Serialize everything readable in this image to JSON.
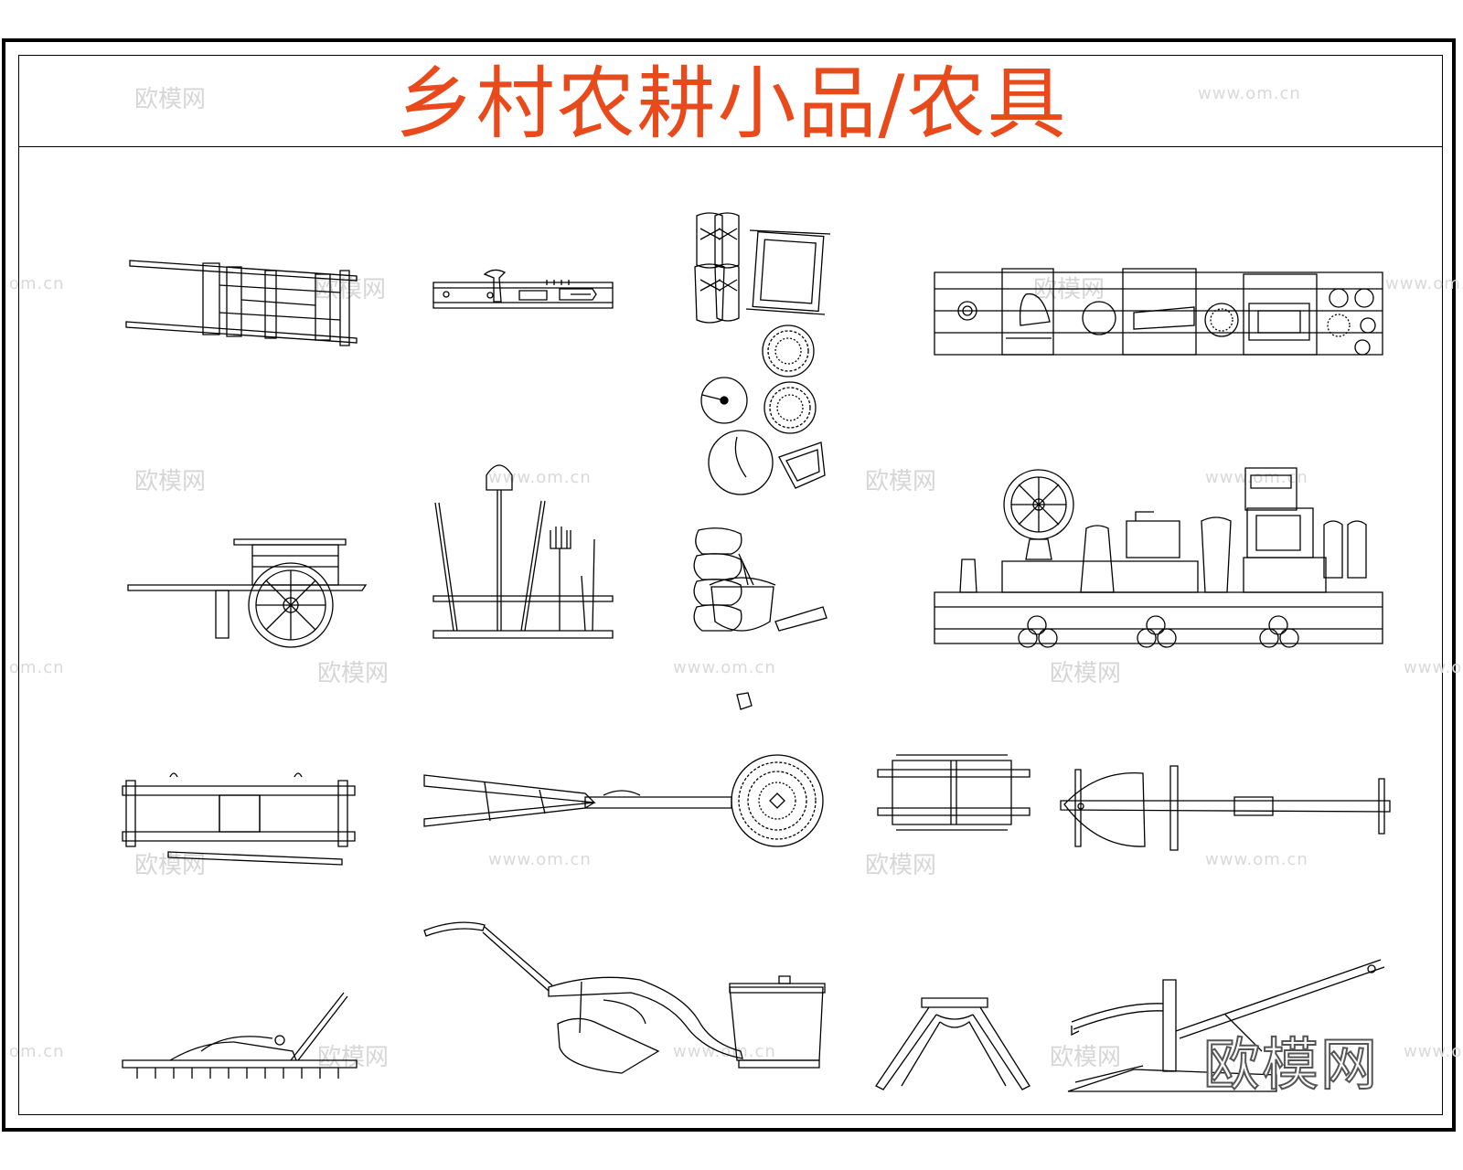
{
  "title": "乡村农耕小品/农具",
  "colors": {
    "title": "#e84a1c",
    "line": "#000000",
    "watermark": "#d6d6d6"
  },
  "watermark": {
    "brand": "欧模网",
    "url": "www.om.cn",
    "url_short": "om.cn"
  },
  "logo": "欧模网"
}
